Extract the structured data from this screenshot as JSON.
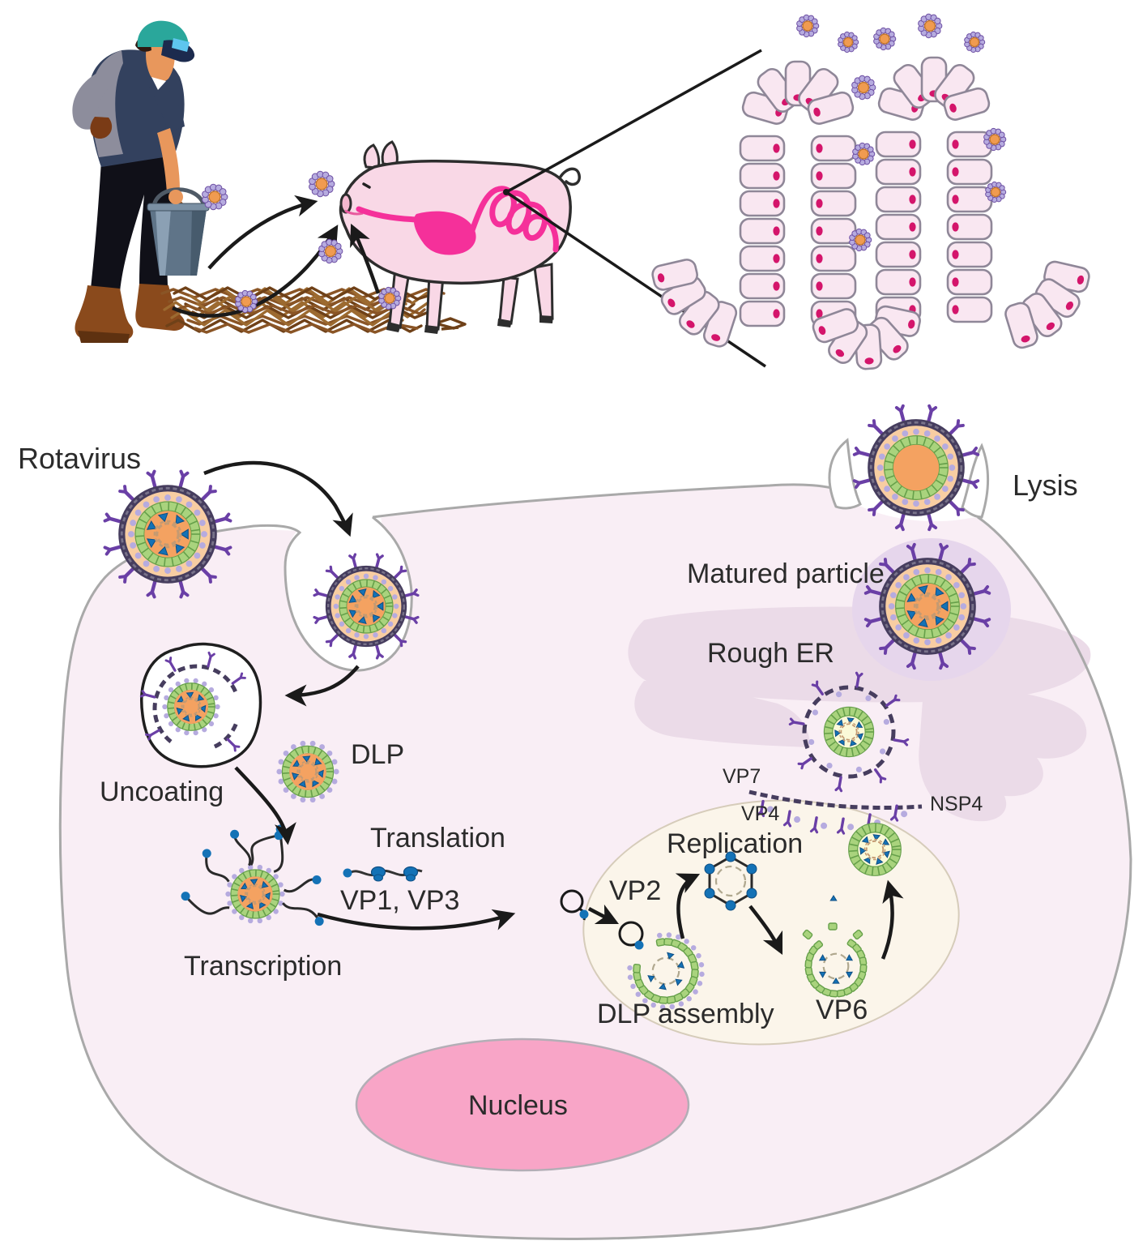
{
  "figure": {
    "description": "Rotavirus fecal-oral transmission in swine (farmer, pig, intestinal villi) and intracellular replication cycle diagram"
  },
  "labels": {
    "rotavirus": "Rotavirus",
    "lysis": "Lysis",
    "matured_particle": "Matured particle",
    "rough_er": "Rough ER",
    "dlp": "DLP",
    "uncoating": "Uncoating",
    "translation": "Translation",
    "vp1_vp3": "VP1, VP3",
    "transcription": "Transcription",
    "vp2": "VP2",
    "replication": "Replication",
    "dlp_assembly": "DLP assembly",
    "vp6": "VP6",
    "vp7": "VP7",
    "vp4": "VP4",
    "nsp4": "NSP4",
    "nucleus": "Nucleus"
  },
  "palette": {
    "cell_fill": "#f9eef5",
    "membrane": "#a9a9a9",
    "nucleus_fill": "#f8a5c7",
    "nucleus_stroke": "#b3aeb6",
    "viroplasm_fill": "#fbf5ea",
    "viroplasm_stroke": "#d6ccba",
    "rough_er": "#ebdbe8",
    "halo": "#e6d6ec",
    "virus_shell": "#463d5e",
    "spike_purple": "#6a3fa6",
    "peach": "#f8cda2",
    "nub_lavender": "#b6abdf",
    "green_ring": "#a9d37d",
    "green_dark": "#66a04a",
    "core_orange": "#f4a261",
    "core_pale": "#fbf9d8",
    "triangle_blue": "#1472b6",
    "triangle_edge": "#0e4f85",
    "genome": "#c49a72",
    "arrow": "#1a1a1a",
    "epithelium_fill": "#f9e7f1",
    "epithelium_stroke": "#8f8798",
    "epithelium_nucleus": "#d4156b",
    "pig_body": "#f9d8e6",
    "pig_outline": "#2d2d2d",
    "gi_tract": "#f5309a",
    "straw": "#8a5526",
    "straw_dark": "#6f4118",
    "straw_light": "#9c6a30",
    "farmer_shirt": "#33415e",
    "farmer_shirt_back": "#8d8d9c",
    "farmer_skin": "#e8975c",
    "farmer_cap": "#2aa79b",
    "farmer_cap_brim": "#1c2b4e",
    "farmer_cap_band": "#5ec6ee",
    "farmer_pants": "#101018",
    "farmer_boots": "#8a4a1c",
    "bucket": "#5f7488",
    "bucket_light": "#8ba0b4",
    "bucket_dark": "#475b6d",
    "shovel": "#6e3513",
    "shovel_light": "#9c5a26"
  }
}
